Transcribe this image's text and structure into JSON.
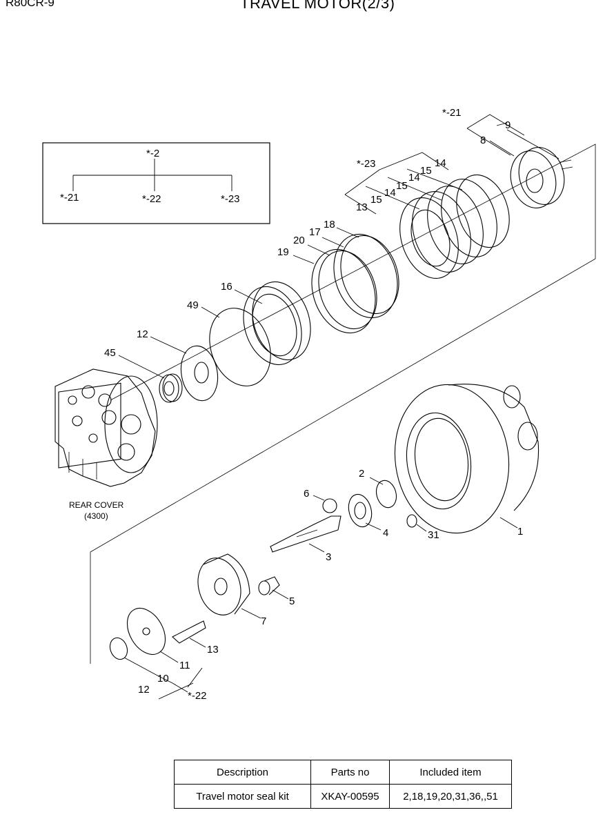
{
  "header": {
    "model": "R80CR-9",
    "title": "TRAVEL MOTOR(2/3)"
  },
  "legend_box": {
    "top": "*-2",
    "left": "*-21",
    "middle": "*-22",
    "right": "*-23"
  },
  "labels": {
    "p21a": "*-21",
    "p9": "9",
    "p8": "8",
    "p23a": "*-23",
    "p14a": "14",
    "p15a": "15",
    "p14b": "14",
    "p15b": "15",
    "p14c": "14",
    "p15c": "15",
    "p13a": "13",
    "p18": "18",
    "p17": "17",
    "p20": "20",
    "p19": "19",
    "p16": "16",
    "p49": "49",
    "p12a": "12",
    "p45": "45",
    "p2": "2",
    "p6": "6",
    "p4": "4",
    "p31": "31",
    "p1": "1",
    "p3": "3",
    "p5": "5",
    "p7": "7",
    "p13b": "13",
    "p11": "11",
    "p10": "10",
    "p12b": "12",
    "p22": "*-22"
  },
  "rear_cover": {
    "name": "REAR COVER",
    "code": "(4300)"
  },
  "kit_table": {
    "headers": [
      "Description",
      "Parts no",
      "Included item"
    ],
    "rows": [
      [
        "Travel motor seal kit",
        "XKAY-00595",
        "2,18,19,20,31,36,,51"
      ]
    ]
  }
}
